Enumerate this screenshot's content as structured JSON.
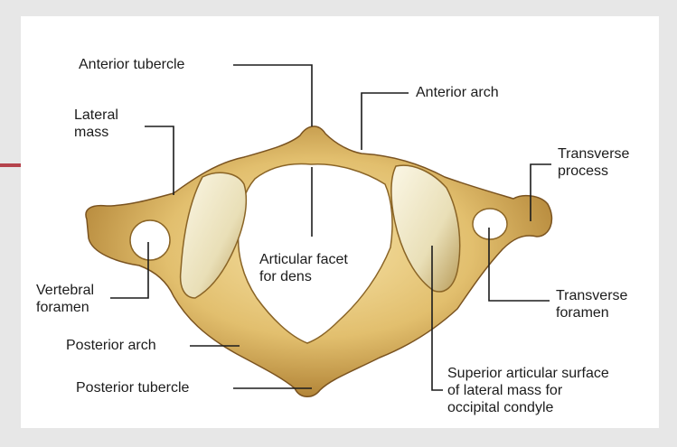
{
  "slide": {
    "accent_color": "#b5434c",
    "background_color": "#e7e7e7",
    "panel_color": "#ffffff"
  },
  "diagram": {
    "bone_color": "#d9b25a",
    "labels": {
      "anterior_tubercle": "Anterior tubercle",
      "anterior_arch": "Anterior arch",
      "lateral_mass": [
        "Lateral",
        "mass"
      ],
      "transverse_process": [
        "Transverse",
        "process"
      ],
      "articular_facet": [
        "Articular facet",
        "for dens"
      ],
      "vertebral_foramen": [
        "Vertebral",
        "foramen"
      ],
      "transverse_foramen": [
        "Transverse",
        "foramen"
      ],
      "posterior_arch": "Posterior arch",
      "posterior_tubercle": "Posterior tubercle",
      "superior_articular_surface": [
        "Superior articular surface",
        "of lateral mass for",
        "occipital condyle"
      ]
    }
  }
}
